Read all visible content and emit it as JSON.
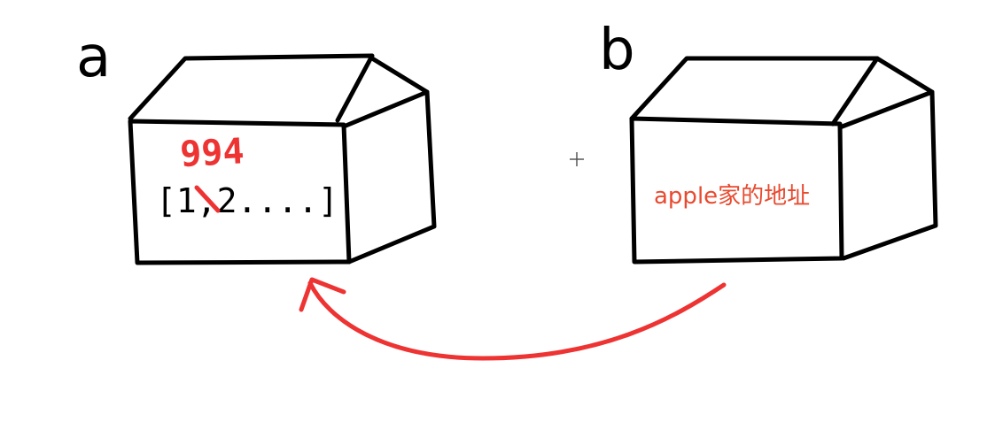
{
  "labels": {
    "box_a": "a",
    "box_b": "b"
  },
  "box_a": {
    "overwritten_value": "994",
    "array_text": "[1,2....]",
    "struck_element": "1"
  },
  "box_b": {
    "content": "apple家的地址"
  },
  "colors": {
    "ink": "#000000",
    "annotation_red": "#ee3333",
    "typed_red": "#e84a2f",
    "background": "#ffffff"
  },
  "icons": {
    "cursor": "crosshair-cursor-icon",
    "arrow": "curved-arrow-icon"
  }
}
